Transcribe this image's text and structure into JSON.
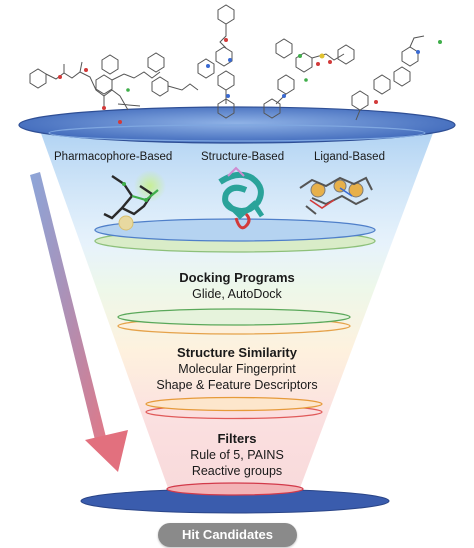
{
  "stage1": {
    "methods": [
      "Pharmacophore-Based",
      "Structure-Based",
      "Ligand-Based"
    ]
  },
  "stage2": {
    "title": "Docking Programs",
    "line1": "Glide, AutoDock"
  },
  "stage3": {
    "title": "Structure Similarity",
    "line1": "Molecular Fingerprint",
    "line2": "Shape & Feature Descriptors"
  },
  "stage4": {
    "title": "Filters",
    "line1": "Rule of 5, PAINS",
    "line2": "Reactive groups"
  },
  "result": {
    "label": "Hit Candidates"
  },
  "colors": {
    "top_disc": "#3d6cc2",
    "stage1_disc": "#a9c8ec",
    "stage2_ring": "#5aa85a",
    "stage3_ring": "#e69a3a",
    "stage4_ring": "#e05a5a",
    "bottom_disc": "#3d5fae",
    "arrow": "#c65a6a"
  }
}
